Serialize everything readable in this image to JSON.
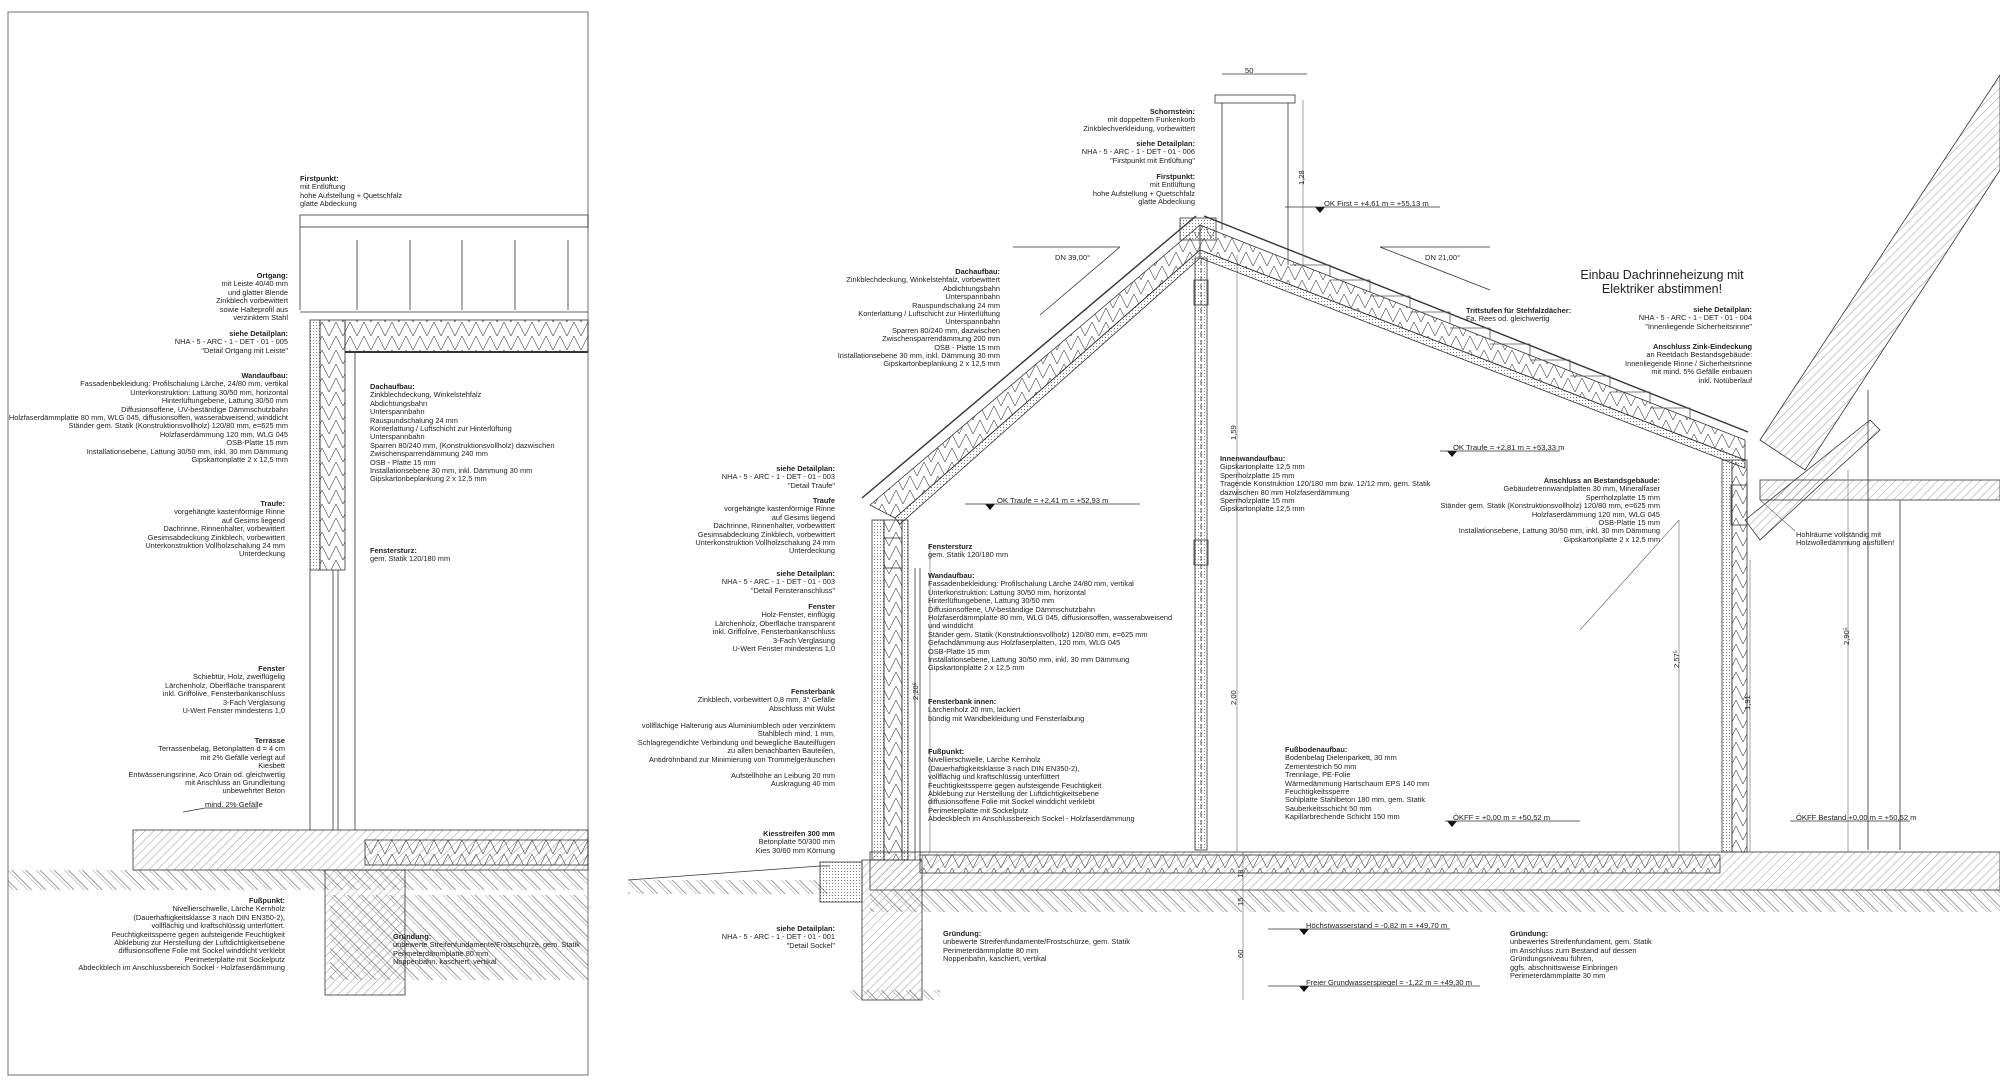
{
  "left_detail": {
    "firstpunkt": {
      "title": "Firstpunkt:",
      "lines": [
        "mit Entlüftung",
        "hohe Aufstellung + Quetschfalz",
        "glatte Abdeckung"
      ]
    },
    "ortgang": {
      "title": "Ortgang:",
      "lines": [
        "mit Leiste 40/40 mm",
        "und glatter Blende",
        "Zinkblech vorbewittert",
        "sowie Halteprofil aus",
        "verzinktem Stahl"
      ]
    },
    "detail_ortgang": {
      "title": "siehe Detailplan:",
      "lines": [
        "NHA - 5 - ARC - 1 - DET - 01 - 005",
        "\"Detail Ortgang mit Leiste\""
      ]
    },
    "wandaufbau": {
      "title": "Wandaufbau:",
      "lines": [
        "Fassadenbekleidung: Profilschalung Lärche, 24/80 mm, vertikal",
        "Unterkonstruktion: Lattung 30/50 mm, horizontal",
        "Hinterlüftungebene, Lattung 30/50 mm",
        "Diffusionsoffene, UV-beständige Dämmschutzbahn",
        "Holzfaserdämmplatte 80 mm, WLG 045, diffusionsoffen, wasserabweisend, winddicht",
        "Ständer gem. Statik (Konstruktionsvollholz) 120/80 mm, e=625 mm",
        "Holzfaserdämmung 120 mm, WLG 045",
        "OSB-Platte 15 mm",
        "Installationsebene, Lattung 30/50 mm, inkl. 30 mm Dämmung",
        "Gipskartonplatte 2 x 12,5 mm"
      ]
    },
    "dachaufbau": {
      "title": "Dachaufbau:",
      "lines": [
        "Zinkblechdeckung, Winkelstehfalz",
        "Abdichtungsbahn",
        "Unterspannbahn",
        "Rauspundschalung 24 mm",
        "Konterlattung / Luftschicht zur Hinterlüftung",
        "Unterspannbahn",
        "Sparren 80/240 mm, (Konstruktionsvollholz) dazwischen",
        "Zwischensparrendämmung 240 mm",
        "OSB - Platte 15 mm",
        "Installationsebene 30 mm, inkl. Dämmung 30 mm",
        "Gipskartonbeplankung 2 x 12,5 mm"
      ]
    },
    "traufe": {
      "title": "Traufe:",
      "lines": [
        "vorgehängte kastenförmige Rinne",
        "auf Gesims liegend",
        "Dachrinne, Rinnenhalter, vorbewittert",
        "Gesimsabdeckung Zinkblech, vorbewittert",
        "Unterkonstruktion Vollholzschalung 24 mm",
        "Unterdeckung"
      ]
    },
    "fenstersturz": {
      "title": "Fenstersturz:",
      "lines": [
        "gem. Statik 120/180 mm"
      ]
    },
    "fenster": {
      "title": "Fenster",
      "lines": [
        "Schiebtür, Holz, zweiflügelig",
        "Lärchenholz, Oberfläche transparent",
        "inkl. Griffolive, Fensterbankanschluss",
        "3-Fach Verglasung",
        "U-Wert Fenster mindestens 1,0"
      ]
    },
    "terrasse": {
      "title": "Terrasse",
      "lines": [
        "Terrassenbelag, Betonplatten d = 4 cm",
        "mit 2% Gefälle verlegt auf",
        "Kiesbett",
        "Entwässerungsrinne, Aco Drain od. gleichwertig",
        "mit Anschluss an Grundleitung",
        "unbewehrter Beton"
      ]
    },
    "gefaelle": "mind. 2% Gefälle",
    "fusspunkt": {
      "title": "Fußpunkt:",
      "lines": [
        "Nivellierschwelle, Lärche Kernholz",
        "(Dauerhaftigkeitsklasse 3 nach DIN EN350-2),",
        "vollflächig und kraftschlüssig unterfüttert.",
        "Feuchtigkeitssperre gegen aufsteigende Feuchtigkeit",
        "Abklebung zur Herstellung der Luftdichtigkeitsebene",
        "diffusionsoffene Folie mit Sockel winddicht verklebt",
        "Perimeterplatte mit Sockelputz",
        "Abdeckblech im Anschlussbereich Sockel - Holzfaserdämmung"
      ]
    },
    "gruendung": {
      "title": "Gründung:",
      "lines": [
        "unbewerte Streifenfundamente/Frostschürze, gem. Statik",
        "Perimeterdämmplatte 80 mm",
        "Noppenbahn, kaschiert, vertikal"
      ]
    }
  },
  "section": {
    "schornstein": {
      "title": "Schornstein:",
      "lines": [
        "mit doppeltem Funkenkorb",
        "Zinkblechverkleidung, vorbewittert"
      ]
    },
    "detail_first": {
      "title": "siehe Detailplan:",
      "lines": [
        "NHA - 5 - ARC - 1 - DET - 01 - 006",
        "\"Firstpunkt mit Entlüftung\""
      ]
    },
    "firstpunkt": {
      "title": "Firstpunkt:",
      "lines": [
        "mit Entlüftung",
        "hohe Aufstellung + Quetschfalz",
        "glatte Abdeckung"
      ]
    },
    "dachaufbau": {
      "title": "Dachaufbau:",
      "lines": [
        "Zinkblechdeckung, Winkelstehfalz, vorbewittert",
        "Abdichtungsbahn",
        "Unterspannbahn",
        "Rauspundschalung 24 mm",
        "Konterlattung / Luftschicht zur Hinterlüftung",
        "Unterspannbahn",
        "Sparren 80/240 mm, dazwischen",
        "Zwischensparrendämmung 200 mm",
        "OSB - Platte 15 mm",
        "Installationsebene 30 mm, inkl. Dämmung 30 mm",
        "Gipskartonbeplankung 2 x 12,5 mm"
      ]
    },
    "detail_traufe": {
      "title": "siehe Detailplan:",
      "lines": [
        "NHA - 5 - ARC - 1 - DET - 01 - 003",
        "\"Detail Traufe\""
      ]
    },
    "traufe": {
      "title": "Traufe",
      "lines": [
        "vorgehängte kastenförmige Rinne",
        "auf Gesims liegend",
        "Dachrinne, Rinnenhalter, vorbewittert",
        "Gesimsabdeckung Zinkblech, vorbewittert",
        "Unterkonstruktion Vollholzschalung 24 mm",
        "Unterdeckung"
      ]
    },
    "detail_fenster": {
      "title": "siehe Detailplan:",
      "lines": [
        "NHA - 5 - ARC - 1 - DET - 01 - 003",
        "\"Detail Fensteranschluss\""
      ]
    },
    "fenster": {
      "title": "Fenster",
      "lines": [
        "Holz-Fenster, einflügig",
        "Lärchenholz, Oberfläche transparent",
        "inkl. Griffolive, Fensterbankanschluss",
        "3-Fach Verglasung",
        "U-Wert Fenster mindestens 1,0"
      ]
    },
    "fensterbank": {
      "title": "Fensterbank",
      "lines": [
        "Zinkblech, vorbewittert 0,8 mm, 3° Gefälle",
        "Abschluss mit Wulst"
      ]
    },
    "halterung": {
      "lines": [
        "vollflächige Halterung aus Aluminiumblech oder verzinktem",
        "Stahlblech mind. 1 mm,",
        "Schlagregendichte Verbindung und bewegliche Bauteilfugen",
        "zu allen benachbarten Bauteilen,",
        "Antidröhnband zur Minimierung von Trommelgeräuschen"
      ]
    },
    "aufstellhoehe": {
      "lines": [
        "Aufstellhöhe an Leibung 20 mm",
        "Auskragung 40 mm"
      ]
    },
    "kiesstreifen": {
      "title": "Kiesstreifen 300 mm",
      "lines": [
        "Betonplatte 50/300 mm",
        "Kies 30/60 mm Körnung"
      ]
    },
    "detail_sockel": {
      "title": "siehe Detailplan:",
      "lines": [
        "NHA - 5 - ARC - 1 - DET - 01 - 001",
        "\"Detail Sockel\""
      ]
    },
    "fenstersturz": {
      "title": "Fenstersturz",
      "lines": [
        "gem. Statik 120/180 mm"
      ]
    },
    "wandaufbau": {
      "title": "Wandaufbau:",
      "lines": [
        "Fassadenbekleidung: Profilschalung Lärche 24/80 mm, vertikal",
        "Unterkonstruktion: Lattung 30/50 mm, horizontal",
        "Hinterlüftungebene, Lattung 30/50 mm",
        "Diffusionsoffene, UV-beständige Dämmschutzbahn",
        "Holzfaserdämmplatte 80 mm, WLG 045, diffusionsoffen, wasserabweisend",
        "und winddicht",
        "Ständer gem. Statik (Konstruktionsvollholz) 120/80 mm, e=625 mm",
        "Gefachdämmung aus Holzfaserplatten, 120 mm, WLG 045",
        "OSB-Platte 15 mm",
        "Installationsebene, Lattung 30/50 mm, inkl. 30 mm Dämmung",
        "Gipskartonplatte 2 x 12,5 mm"
      ]
    },
    "fensterbank_innen": {
      "title": "Fensterbank innen:",
      "lines": [
        "Lärchenholz 20 mm, lackiert",
        "bündig mit Wandbekleidung und Fensterlaibung"
      ]
    },
    "fusspunkt": {
      "title": "Fußpunkt:",
      "lines": [
        "Nivellierschwelle, Lärche Kernholz",
        "(Dauerhaftigkeitsklasse 3 nach DIN EN350-2),",
        "vollflächig und kraftschlüssig unterfüttert",
        "Feuchtigkeitssperre gegen aufsteigende Feuchtigkeit",
        "Abklebung zur Herstellung der Luftdichtigkeitsebene",
        "diffusionsoffene Folie mit Sockel winddicht verklebt",
        "Perimeterplatte mit Sockelputz",
        "Abdeckblech im Anschlussbereich Sockel - Holzfaserdämmung"
      ]
    },
    "gruendung": {
      "title": "Gründung:",
      "lines": [
        "unbewerte Streifenfundamente/Frostschürze, gem. Statik",
        "Perimeterdämmplatte 80 mm",
        "Noppenbahn, kaschiert, vertikal"
      ]
    },
    "innenwand": {
      "title": "Innenwandaufbau:",
      "lines": [
        "Gipskartonplatte 12,5 mm",
        "Sperrholzplatte 15 mm",
        "Tragende Konstruktion 120/180 mm bzw. 12/12 mm, gem. Statik",
        "dazwischen 80 mm Holzfaserdämmung",
        "Sperrholzplatte 15 mm",
        "Gipskartonplatte 12,5 mm"
      ]
    },
    "trittstufen": {
      "title": "Trittstufen für Stehfalzdächer:",
      "lines": [
        "Fa. Rees od. gleichwertig"
      ]
    },
    "warning": [
      "Einbau Dachrinneheizung mit",
      "Elektriker abstimmen!"
    ],
    "detail_rinne": {
      "title": "siehe Detailplan:",
      "lines": [
        "NHA - 5 - ARC - 1 - DET - 01 - 004",
        "\"Innenliegende Sicherheitsrinne\""
      ]
    },
    "anschluss_zink": {
      "title": "Anschluss Zink-Eindeckung",
      "lines": [
        "an Reetdach Bestandsgebäude:",
        "Innenliegende Rinne / Sicherheitsrinne",
        "mit mind. 5% Gefälle einbauen",
        "inkl. Notüberlauf"
      ]
    },
    "anschluss_bestand": {
      "title": "Anschluss an Bestandsgebäude:",
      "lines": [
        "Gebäudetrennwandplatten 30 mm, Mineralfaser",
        "Sperrholzplatte 15 mm",
        "Ständer gem. Statik (Konstruktionsvollholz) 120/80 mm, e=625 mm",
        "Holzfaserdämmung 120 mm, WLG 045",
        "OSB-Platte 15 mm",
        "Installationsebene, Lattung 30/50 mm, inkl. 30 mm Dämmung",
        "Gipskartonplatte 2 x 12,5 mm"
      ]
    },
    "hohlraeume": {
      "lines": [
        "Hohlräume vollständig mit",
        "Holzwolledämmung ausfüllen!"
      ]
    },
    "fussboden": {
      "title": "Fußbodenaufbau:",
      "lines": [
        "Bodenbelag Dielenparkett, 30 mm",
        "Zementestrich 50 mm",
        "Trennlage, PE-Folie",
        "Wärmedämmung Hartschaum EPS 140 mm",
        "Feuchtigkeitssperre",
        "Sohlplatte Stahlbeton 180 mm, gem. Statik",
        "Sauberkeitsschicht 50 mm",
        "Kapillarbrechende Schicht 150 mm"
      ]
    },
    "gruendung_bestand": {
      "title": "Gründung:",
      "lines": [
        "unbewertes Streifenfundament, gem. Statik",
        "im Anschluss zum Bestand auf dessen",
        "Gründungsniveau führen,",
        "ggfs. abschnittsweise Einbringen",
        "Perimeterdämmplatte 30 mm"
      ]
    },
    "levels": {
      "ok_first": "OK First = +4,61 m = +55,13 m",
      "ok_traufe_left": "OK Traufe = +2,41 m = +52,93 m",
      "ok_traufe_right": "OK Traufe = +2,81 m = +53,33 m",
      "okff": "ÖKFF = +0,00 m = +50,52 m",
      "okff_bestand": "ÖKFF Bestand +0,00 m = +50,52 m",
      "hochstwasser": "Höchstwasserstand = -0,82 m = +49,70 m",
      "grundwasser": "Freier Grundwasserspiegel = -1,22 m = +49,30 m"
    },
    "angles": {
      "left": "DN 39,00°",
      "right": "DN 21,00°"
    },
    "dims": {
      "chimney_width": "50",
      "chimney_height": "1,28",
      "d159": "1,59",
      "d200": "2,00",
      "d220": "2,20⁵",
      "d257": "2,57⁵",
      "d191": "1,91",
      "d290": "2,90⁵",
      "d18": "18",
      "d15": "15",
      "d60": "60"
    }
  },
  "colors": {
    "line": "#222222",
    "paper": "#ffffff",
    "frame": "#888888"
  }
}
